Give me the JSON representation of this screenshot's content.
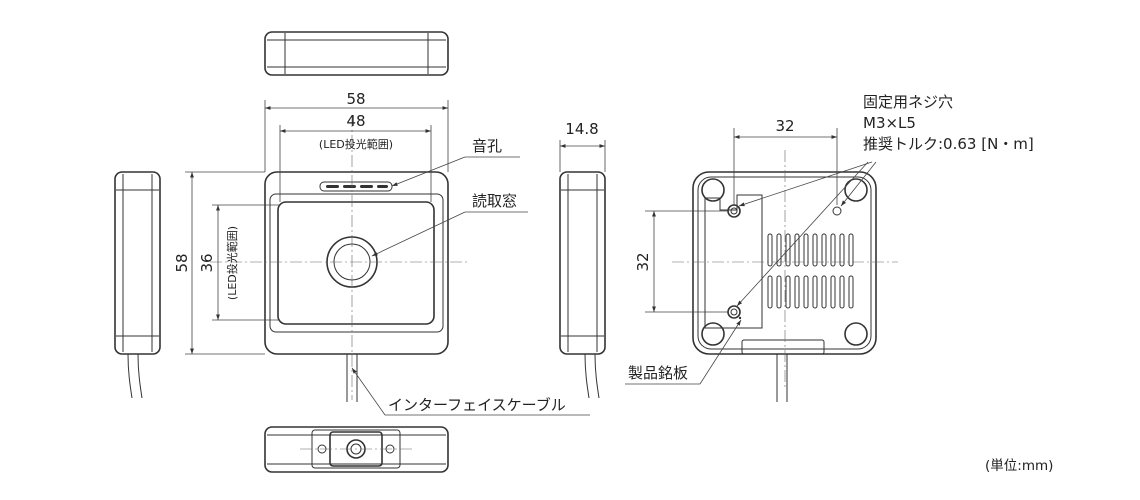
{
  "front": {
    "width_outer": "58",
    "width_led": "48",
    "led_range": "(LED投光範囲)",
    "height_outer": "58",
    "height_led": "36",
    "led_range_vertical": "(LED投光範囲)"
  },
  "side": {
    "depth": "14.8"
  },
  "labels": {
    "sound_hole": "音孔",
    "read_window": "読取窓",
    "interface_cable": "インターフェイスケーブル",
    "nameplate": "製品銘板"
  },
  "back": {
    "hole_pitch_h": "32",
    "hole_pitch_v": "32",
    "screw_title": "固定用ネジ穴",
    "screw_size": "M3×L5",
    "torque": "推奨トルク:0.63 [N・m]"
  },
  "unit": "(単位:mm)"
}
